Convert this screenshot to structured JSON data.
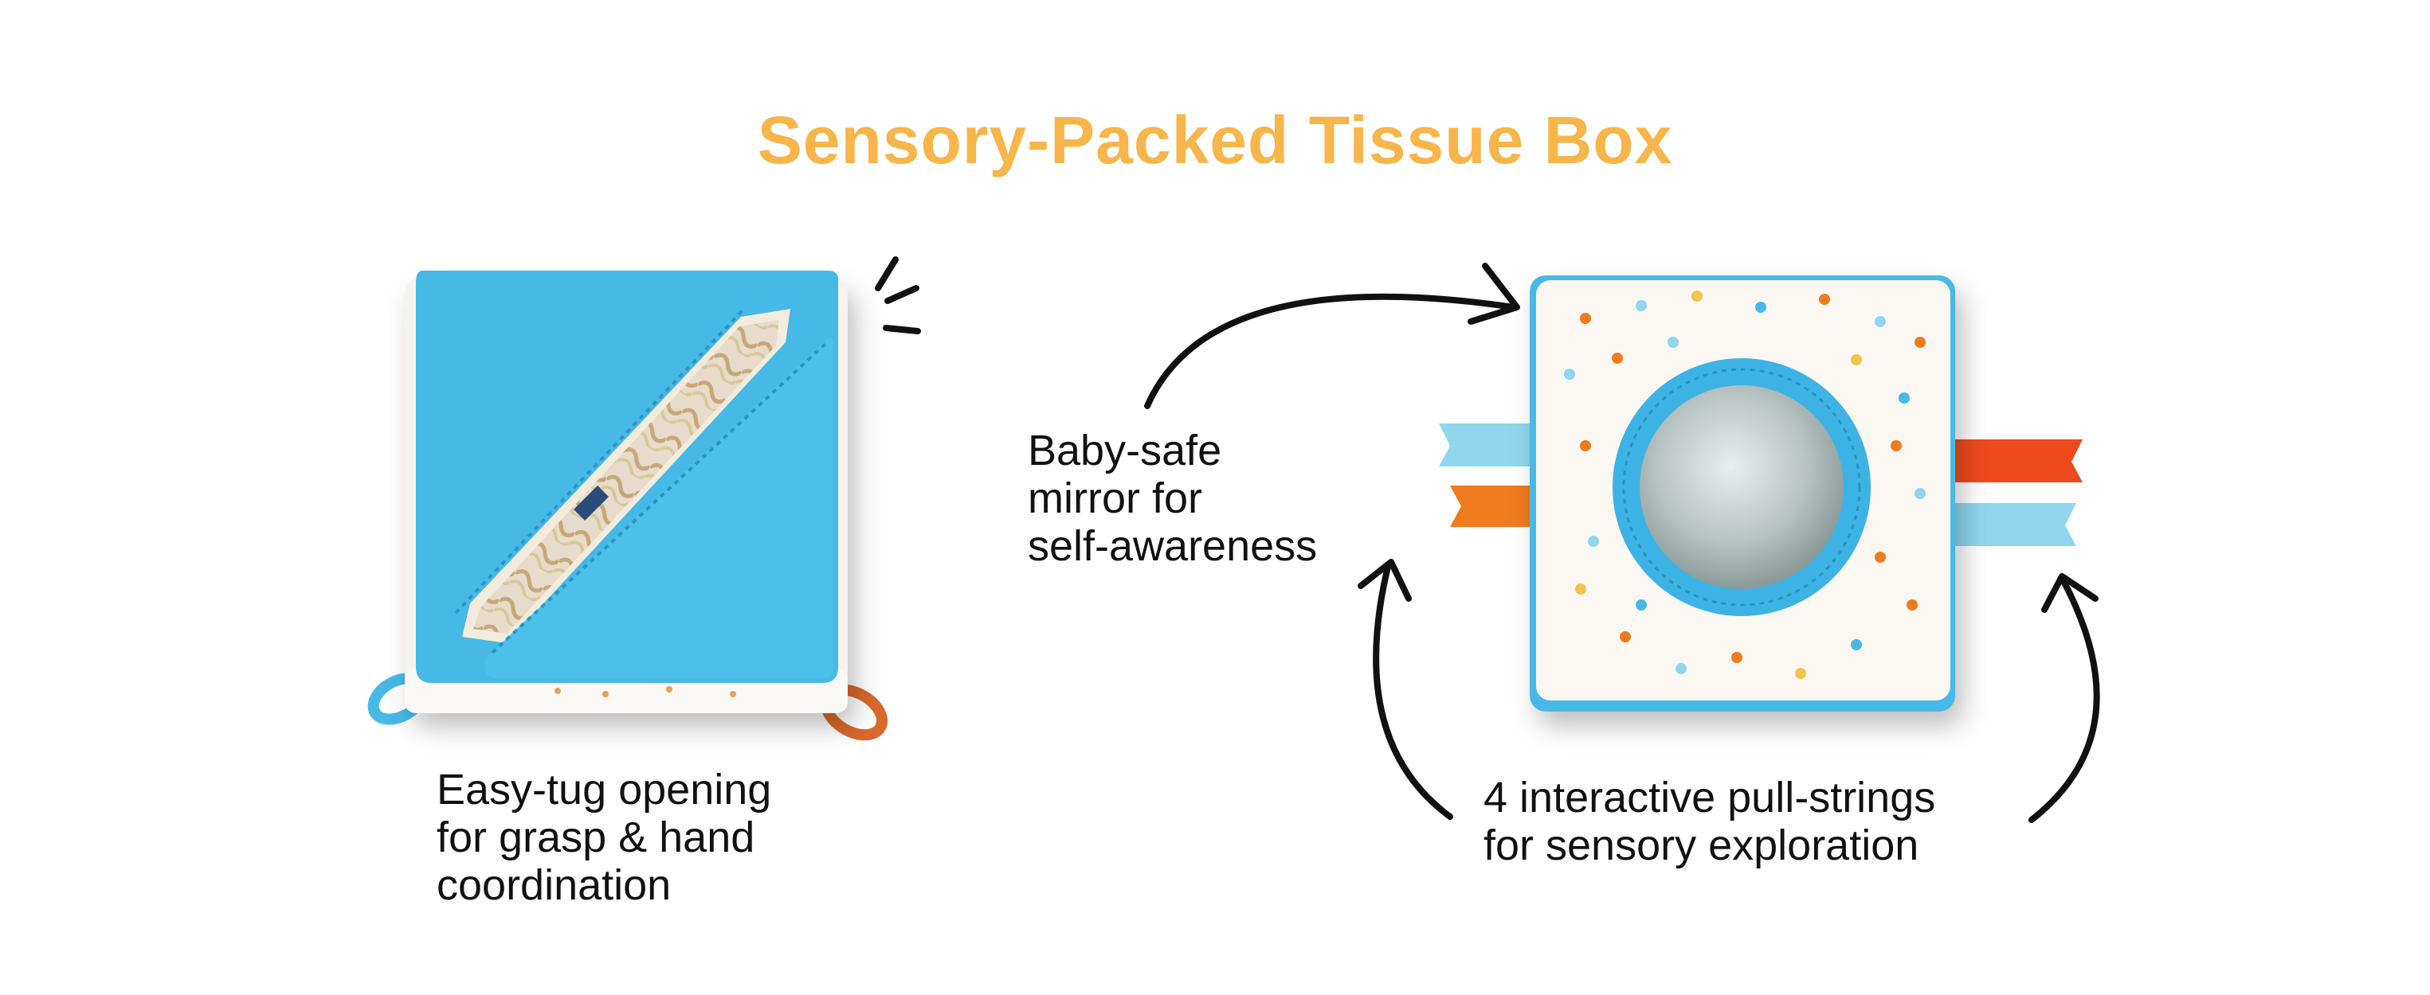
{
  "title": "Sensory-Packed Tissue Box",
  "captions": {
    "opening": [
      "Easy-tug opening",
      "for grasp & hand",
      "coordination"
    ],
    "mirror": [
      "Baby-safe",
      "mirror for",
      "self-awareness"
    ],
    "strings": [
      "4 interactive pull-strings",
      "for sensory exploration"
    ]
  },
  "colors": {
    "title": "#f7b54a",
    "fabric_blue": "#46b9e6",
    "ribbon_blue": "#8fd6ee",
    "ribbon_orange": "#f07a1e",
    "ribbon_red": "#ee4a1c",
    "ink": "#111111"
  },
  "icons": [
    "burst-lines-icon",
    "curved-arrow-icon"
  ]
}
